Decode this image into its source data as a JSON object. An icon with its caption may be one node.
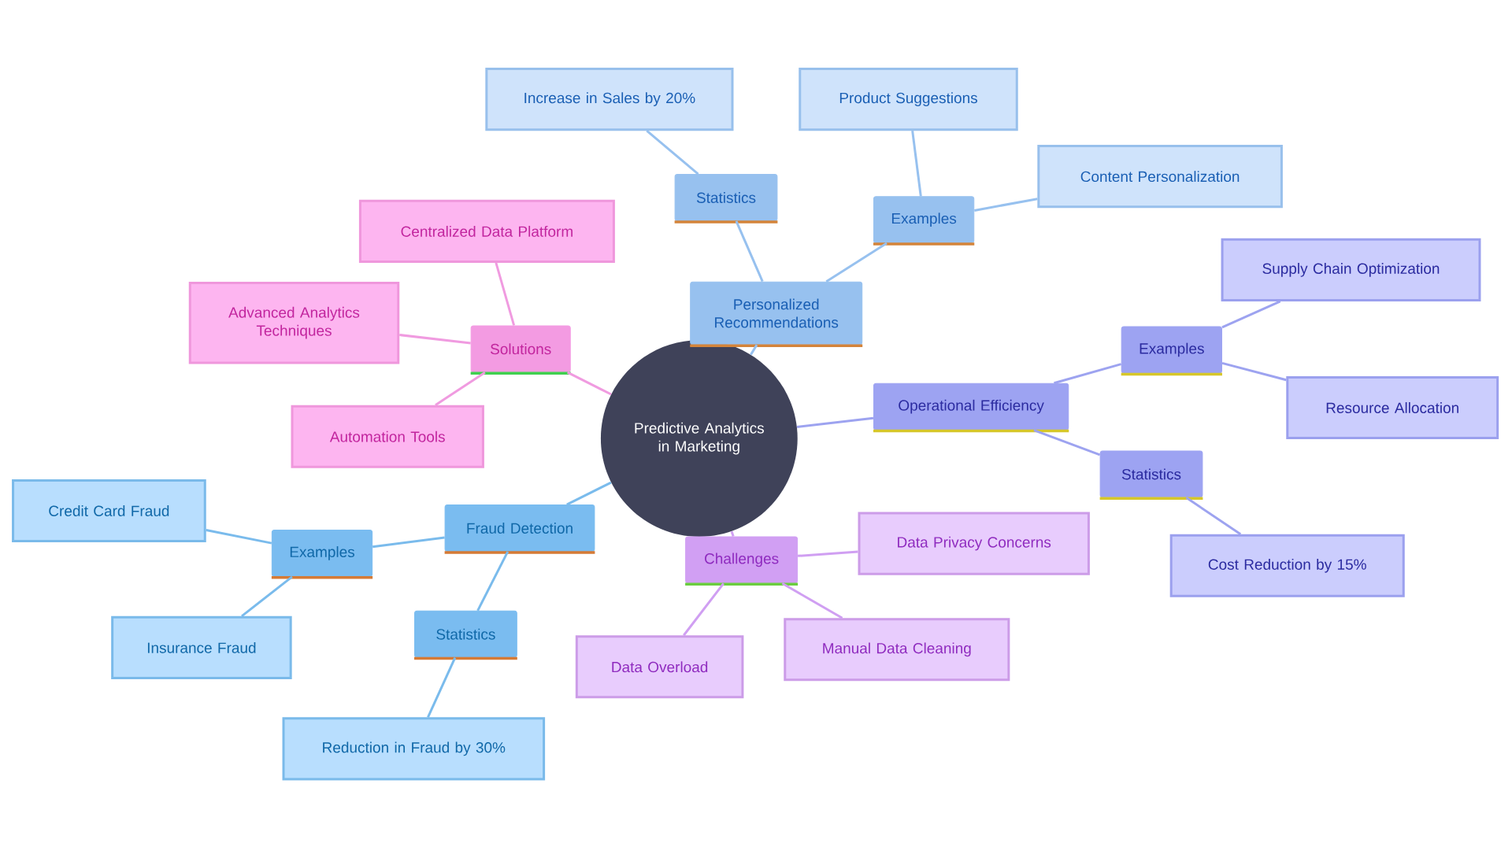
{
  "diagram": {
    "nodes": [
      {
        "text": [
          "Predictive Analytics in Marketing"
        ]
      },
      {
        "text": [
          "Personalized Recommendations"
        ]
      },
      {
        "text": [
          "Statistics"
        ]
      },
      {
        "text": [
          "Increase in Sales by 20%"
        ]
      },
      {
        "text": [
          "Examples"
        ]
      },
      {
        "text": [
          "Product Suggestions"
        ]
      },
      {
        "text": [
          "Content Personalization"
        ]
      },
      {
        "text": [
          "Operational Efficiency"
        ]
      },
      {
        "text": [
          "Examples"
        ]
      },
      {
        "text": [
          "Supply Chain Optimization"
        ]
      },
      {
        "text": [
          "Resource Allocation"
        ]
      },
      {
        "text": [
          "Statistics"
        ]
      },
      {
        "text": [
          "Cost Reduction by 15%"
        ]
      },
      {
        "text": [
          "Challenges"
        ]
      },
      {
        "text": [
          "Data Privacy Concerns"
        ]
      },
      {
        "text": [
          "Manual Data Cleaning"
        ]
      },
      {
        "text": [
          "Data Overload"
        ]
      },
      {
        "text": [
          "Fraud Detection"
        ]
      },
      {
        "text": [
          "Examples"
        ]
      },
      {
        "text": [
          "Credit Card Fraud"
        ]
      },
      {
        "text": [
          "Insurance Fraud"
        ]
      },
      {
        "text": [
          "Statistics"
        ]
      },
      {
        "text": [
          "Reduction in Fraud by 30%"
        ]
      },
      {
        "text": [
          "Solutions"
        ]
      },
      {
        "text": [
          "Centralized Data Platform"
        ]
      },
      {
        "text": [
          "Advanced Analytics Techniques"
        ]
      },
      {
        "text": [
          "Automation Tools"
        ]
      }
    ],
    "edges": [
      {
        "from": 0,
        "to": 1,
        "arrow": "none",
        "color": "#97c1ef"
      },
      {
        "from": 1,
        "to": 2,
        "arrow": "none",
        "color": "#97c1ef"
      },
      {
        "from": 2,
        "to": 3,
        "arrow": "none",
        "color": "#97c1ef"
      },
      {
        "from": 1,
        "to": 4,
        "arrow": "none",
        "color": "#97c1ef"
      },
      {
        "from": 4,
        "to": 5,
        "arrow": "none",
        "color": "#97c1ef"
      },
      {
        "from": 4,
        "to": 6,
        "arrow": "none",
        "color": "#97c1ef"
      },
      {
        "from": 0,
        "to": 7,
        "arrow": "none",
        "color": "#9da3f0"
      },
      {
        "from": 7,
        "to": 8,
        "arrow": "none",
        "color": "#9da3f0"
      },
      {
        "from": 8,
        "to": 9,
        "arrow": "none",
        "color": "#9da3f0"
      },
      {
        "from": 8,
        "to": 10,
        "arrow": "none",
        "color": "#9da3f0"
      },
      {
        "from": 7,
        "to": 11,
        "arrow": "none",
        "color": "#9da3f0"
      },
      {
        "from": 11,
        "to": 12,
        "arrow": "none",
        "color": "#9da3f0"
      },
      {
        "from": 0,
        "to": 13,
        "arrow": "none",
        "color": "#d09ff2"
      },
      {
        "from": 13,
        "to": 14,
        "arrow": "none",
        "color": "#d09ff2"
      },
      {
        "from": 13,
        "to": 15,
        "arrow": "none",
        "color": "#d09ff2"
      },
      {
        "from": 13,
        "to": 16,
        "arrow": "none",
        "color": "#d09ff2"
      },
      {
        "from": 0,
        "to": 17,
        "arrow": "none",
        "color": "#7abbec"
      },
      {
        "from": 17,
        "to": 18,
        "arrow": "none",
        "color": "#7abbec"
      },
      {
        "from": 18,
        "to": 19,
        "arrow": "none",
        "color": "#7abbec"
      },
      {
        "from": 18,
        "to": 20,
        "arrow": "none",
        "color": "#7abbec"
      },
      {
        "from": 17,
        "to": 21,
        "arrow": "none",
        "color": "#7abbec"
      },
      {
        "from": 21,
        "to": 22,
        "arrow": "none",
        "color": "#7abbec"
      },
      {
        "from": 0,
        "to": 23,
        "arrow": "none",
        "color": "#f09be0"
      },
      {
        "from": 23,
        "to": 24,
        "arrow": "none",
        "color": "#f09be0"
      },
      {
        "from": 23,
        "to": 25,
        "arrow": "none",
        "color": "#f09be0"
      },
      {
        "from": 23,
        "to": 26,
        "arrow": "none",
        "color": "#f09be0"
      }
    ]
  }
}
